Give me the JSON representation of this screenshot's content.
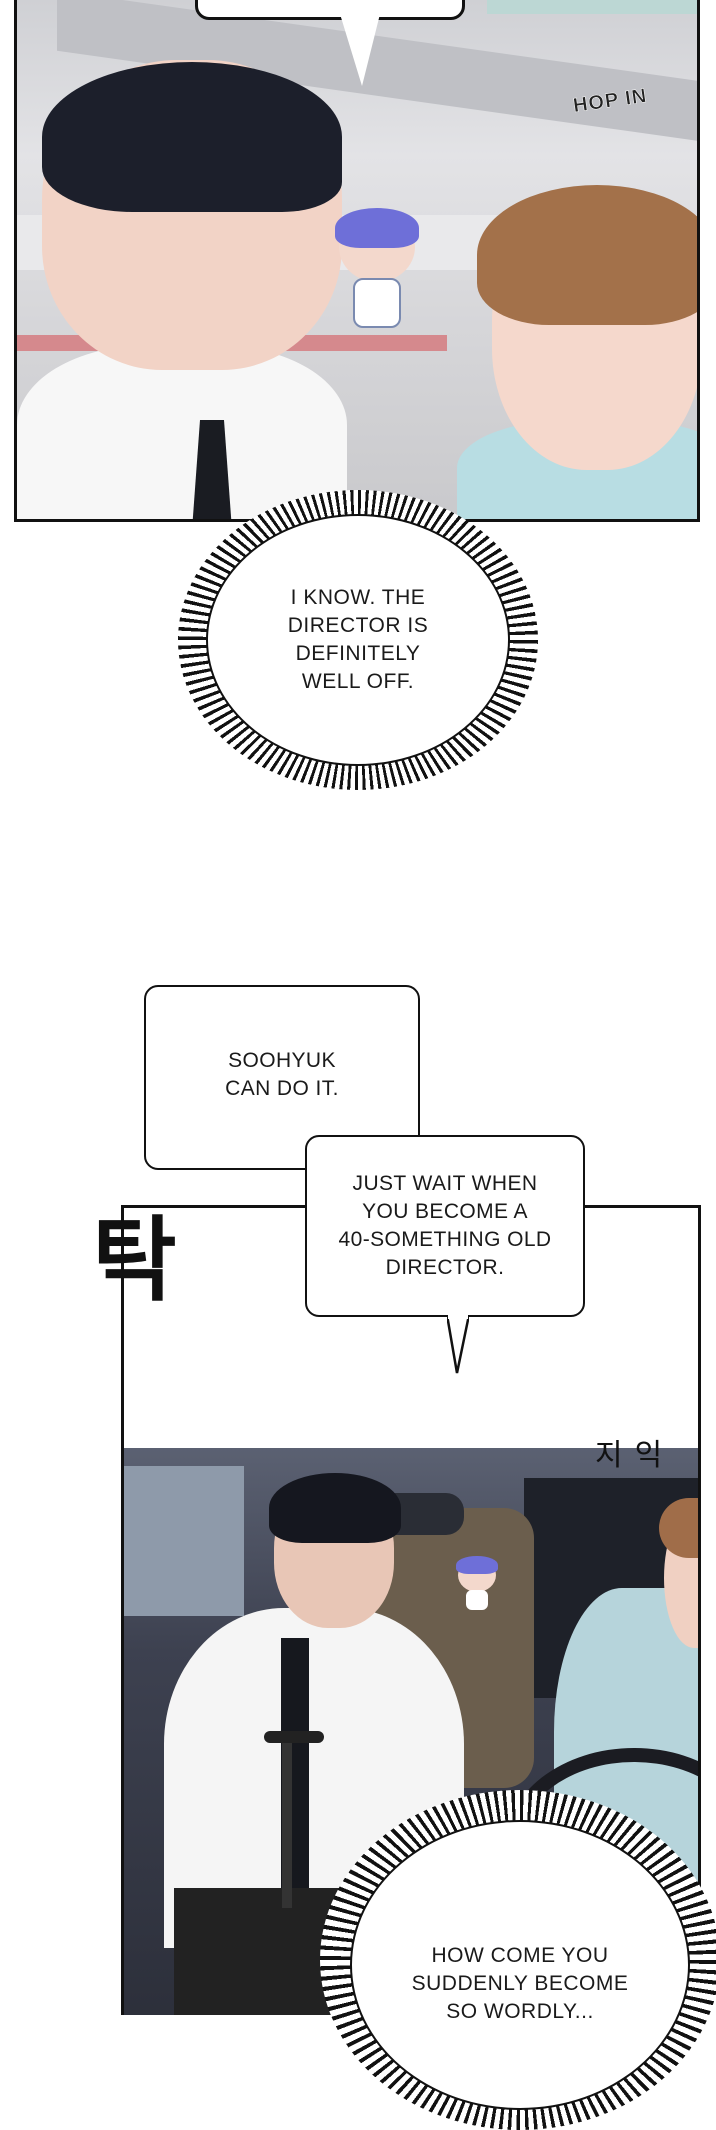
{
  "panel_top": {
    "sfx": "HOP IN"
  },
  "bubble_spiky_1": {
    "text": "I KNOW. THE\nDIRECTOR IS\nDEFINITELY\nWELL OFF."
  },
  "box_1": {
    "text": "SOOHYUK\nCAN DO IT."
  },
  "box_2": {
    "text": "JUST WAIT WHEN\nYOU BECOME A\n40-SOMETHING OLD\nDIRECTOR."
  },
  "sfx_tak": "탁",
  "sfx_jiik": "지익",
  "bubble_spiky_2": {
    "text": "HOW COME YOU\nSUDDENLY BECOME\nSO WORDLY..."
  }
}
